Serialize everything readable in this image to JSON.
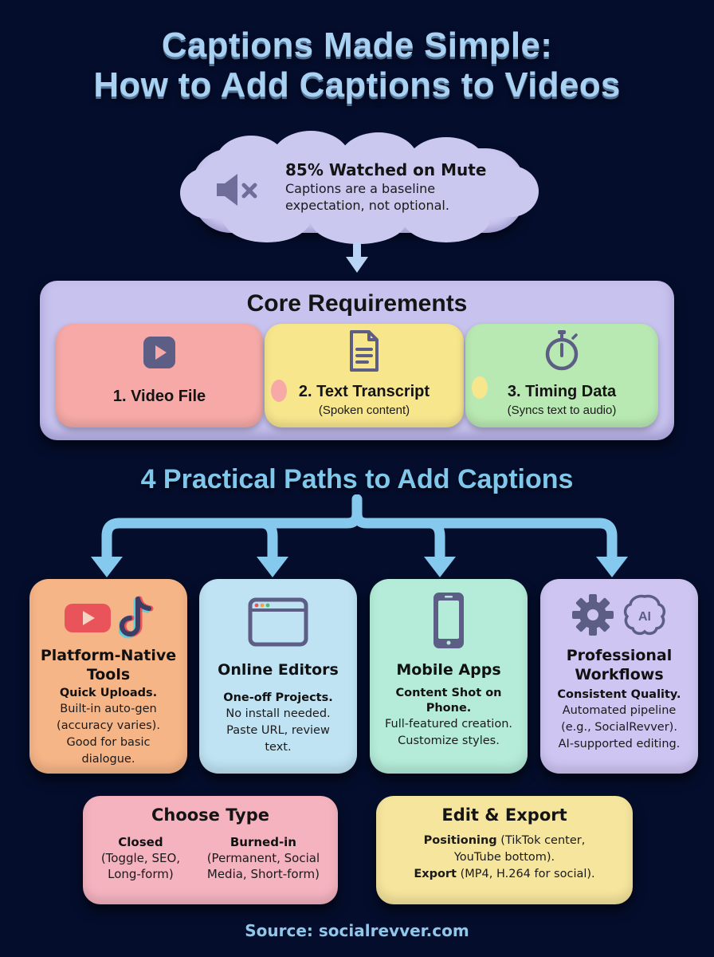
{
  "title": {
    "line1": "Captions Made Simple:",
    "line2": "How to Add Captions to Videos"
  },
  "callout": {
    "icon": "speaker-muted-icon",
    "heading": "85% Watched on Mute",
    "line1": "Captions are a baseline",
    "line2": "expectation, not optional."
  },
  "core": {
    "title": "Core Requirements",
    "items": [
      {
        "icon": "video-play-icon",
        "label": "1. Video File",
        "sub": ""
      },
      {
        "icon": "document-icon",
        "label": "2. Text Transcript",
        "sub": "(Spoken content)"
      },
      {
        "icon": "stopwatch-icon",
        "label": "3. Timing Data",
        "sub": "(Syncs text to audio)"
      }
    ]
  },
  "paths": {
    "title": "4 Practical Paths to Add Captions",
    "cards": [
      {
        "icons": [
          "youtube-icon",
          "tiktok-icon"
        ],
        "title1": "Platform-Native",
        "title2": "Tools",
        "tag": "Quick Uploads.",
        "body": [
          "Built-in auto-gen",
          "(accuracy varies).",
          "Good for basic",
          "dialogue."
        ]
      },
      {
        "icons": [
          "browser-window-icon"
        ],
        "title1": "Online Editors",
        "title2": "",
        "tag": "One-off Projects.",
        "body": [
          "No install needed.",
          "Paste URL, review",
          "text."
        ]
      },
      {
        "icons": [
          "smartphone-icon"
        ],
        "title1": "Mobile Apps",
        "title2": "",
        "tag": "Content Shot on Phone.",
        "body": [
          "Full-featured creation.",
          "Customize styles."
        ]
      },
      {
        "icons": [
          "gear-icon",
          "ai-brain-icon"
        ],
        "title1": "Professional",
        "title2": "Workflows",
        "tag": "Consistent Quality.",
        "body": [
          "Automated pipeline",
          "(e.g., SocialRevver).",
          "AI-supported editing."
        ]
      }
    ]
  },
  "choose_type": {
    "title": "Choose Type",
    "columns": [
      {
        "head": "Closed",
        "body": [
          "(Toggle, SEO,",
          "Long-form)"
        ]
      },
      {
        "head": "Burned-in",
        "body": [
          "(Permanent, Social",
          "Media, Short-form)"
        ]
      }
    ]
  },
  "edit_export": {
    "title": "Edit & Export",
    "positioning_label": "Positioning",
    "positioning_text": " (TikTok center,",
    "positioning_text2": "YouTube bottom).",
    "export_label": "Export",
    "export_text": " (MP4, H.264 for social)."
  },
  "source": "Source: socialrevver.com",
  "colors": {
    "background": "#040d2b",
    "title": "#a9d2f2",
    "accent_blue": "#7fc8ec",
    "video_file": "#f6a9a6",
    "transcript": "#f8e68d",
    "timing": "#b9e9b3",
    "platform": "#f6b587",
    "online": "#bfe3f3",
    "mobile": "#b4ecd9",
    "professional": "#cec5f3",
    "choose": "#f5b3c0",
    "export": "#f6e59d"
  }
}
